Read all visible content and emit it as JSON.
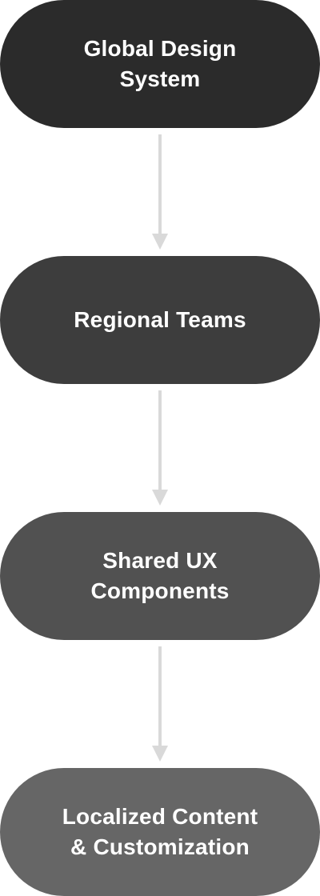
{
  "flowchart": {
    "nodes": [
      {
        "label": "Global Design\nSystem",
        "color": "#2b2b2b"
      },
      {
        "label": "Regional Teams",
        "color": "#3d3d3d"
      },
      {
        "label": "Shared UX\nComponents",
        "color": "#515151"
      },
      {
        "label": "Localized Content\n& Customization",
        "color": "#666666"
      }
    ],
    "arrow_color": "#d9d9d9",
    "background": "#ffffff"
  }
}
